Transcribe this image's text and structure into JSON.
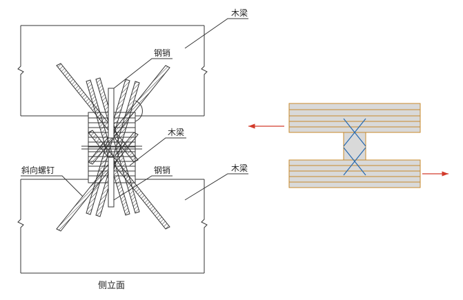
{
  "labels": {
    "top_beam": "木梁",
    "top_pin": "钢销",
    "middle_beam": "木梁",
    "screw": "斜向螺钉",
    "bottom_pin": "钢销",
    "bottom_beam": "木梁"
  },
  "caption": "侧立面",
  "colors": {
    "line": "#333333",
    "wood_fill": "#d9d9d9",
    "wood_stroke": "#c8892a",
    "wood_grain": "#c8892a",
    "cross": "#2b6cb0",
    "arrow": "#d23a2a"
  }
}
